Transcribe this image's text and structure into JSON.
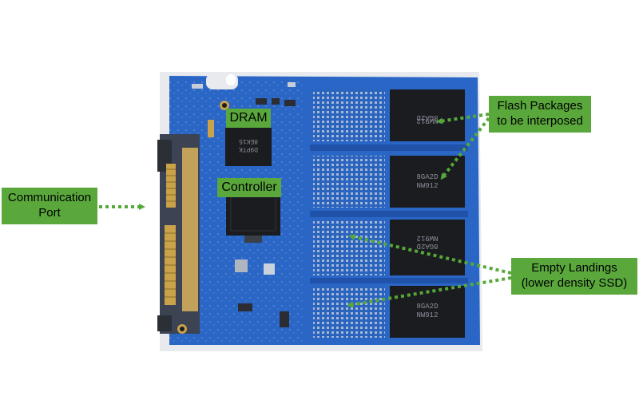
{
  "labels": {
    "dram": "DRAM",
    "controller": "Controller",
    "communication_port": [
      "Communication",
      "Port"
    ],
    "flash_packages": [
      "Flash Packages",
      "to be interposed"
    ],
    "empty_landings": [
      "Empty Landings",
      "(lower density SSD)"
    ]
  },
  "chip_markings": {
    "dram": [
      "8EK15",
      "D9PTK"
    ],
    "flash": [
      "8GA2D",
      "NW912"
    ]
  },
  "colors": {
    "pcb": "#2a66c6",
    "pcb_dark": "#1f52a8",
    "label_fill": "#5aa83c",
    "arrow": "#56a83a",
    "chip": "#1b1c20",
    "gold": "#c9a24a"
  }
}
